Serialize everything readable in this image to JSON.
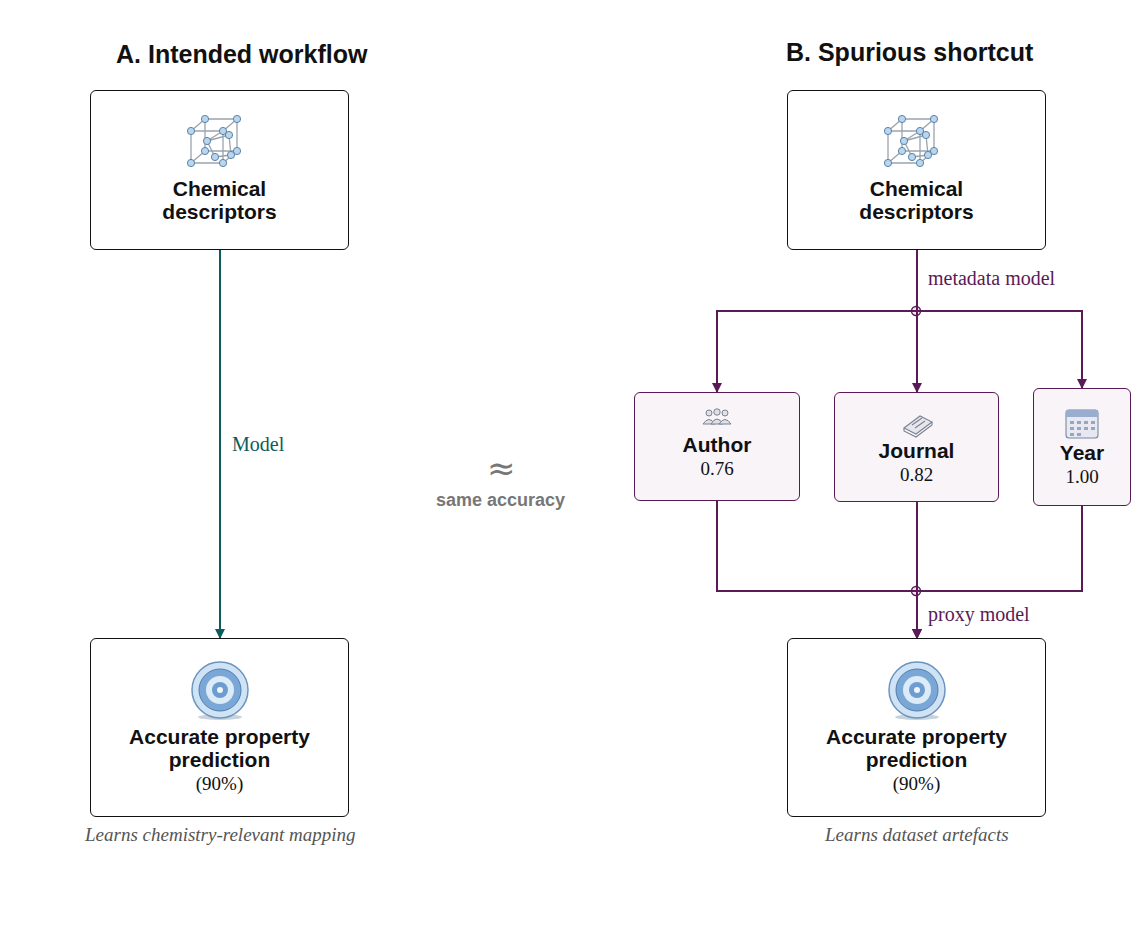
{
  "diagram": {
    "nodes": [
      {
        "text": [
          "Chemical descriptors"
        ]
      },
      {
        "text": [
          "Accurate property prediction",
          "(90%)"
        ]
      },
      {
        "text": [
          "Chemical descriptors"
        ]
      },
      {
        "text": [
          "Author",
          "0.76"
        ]
      },
      {
        "text": [
          "Journal",
          "0.82"
        ]
      },
      {
        "text": [
          "Year",
          "1.00"
        ]
      },
      {
        "text": [
          "Accurate property prediction",
          "(90%)"
        ]
      }
    ],
    "edges": [
      {
        "from": 0,
        "to": 1,
        "label": "Model",
        "arrow": "to"
      },
      {
        "from": 2,
        "to": 3,
        "arrow": "to"
      },
      {
        "from": 2,
        "to": 4,
        "label": "metadata model",
        "arrow": "to"
      },
      {
        "from": 2,
        "to": 5,
        "arrow": "to"
      },
      {
        "from": 3,
        "to": 6,
        "arrow": "to"
      },
      {
        "from": 4,
        "to": 6,
        "label": "proxy model",
        "arrow": "to"
      },
      {
        "from": 5,
        "to": 6,
        "arrow": "to"
      }
    ],
    "labels": [
      "A. Intended workflow",
      "B. Spurious shortcut",
      "≈",
      "same accuracy",
      "Learns chemistry-relevant mapping",
      "Learns dataset artefacts"
    ]
  }
}
